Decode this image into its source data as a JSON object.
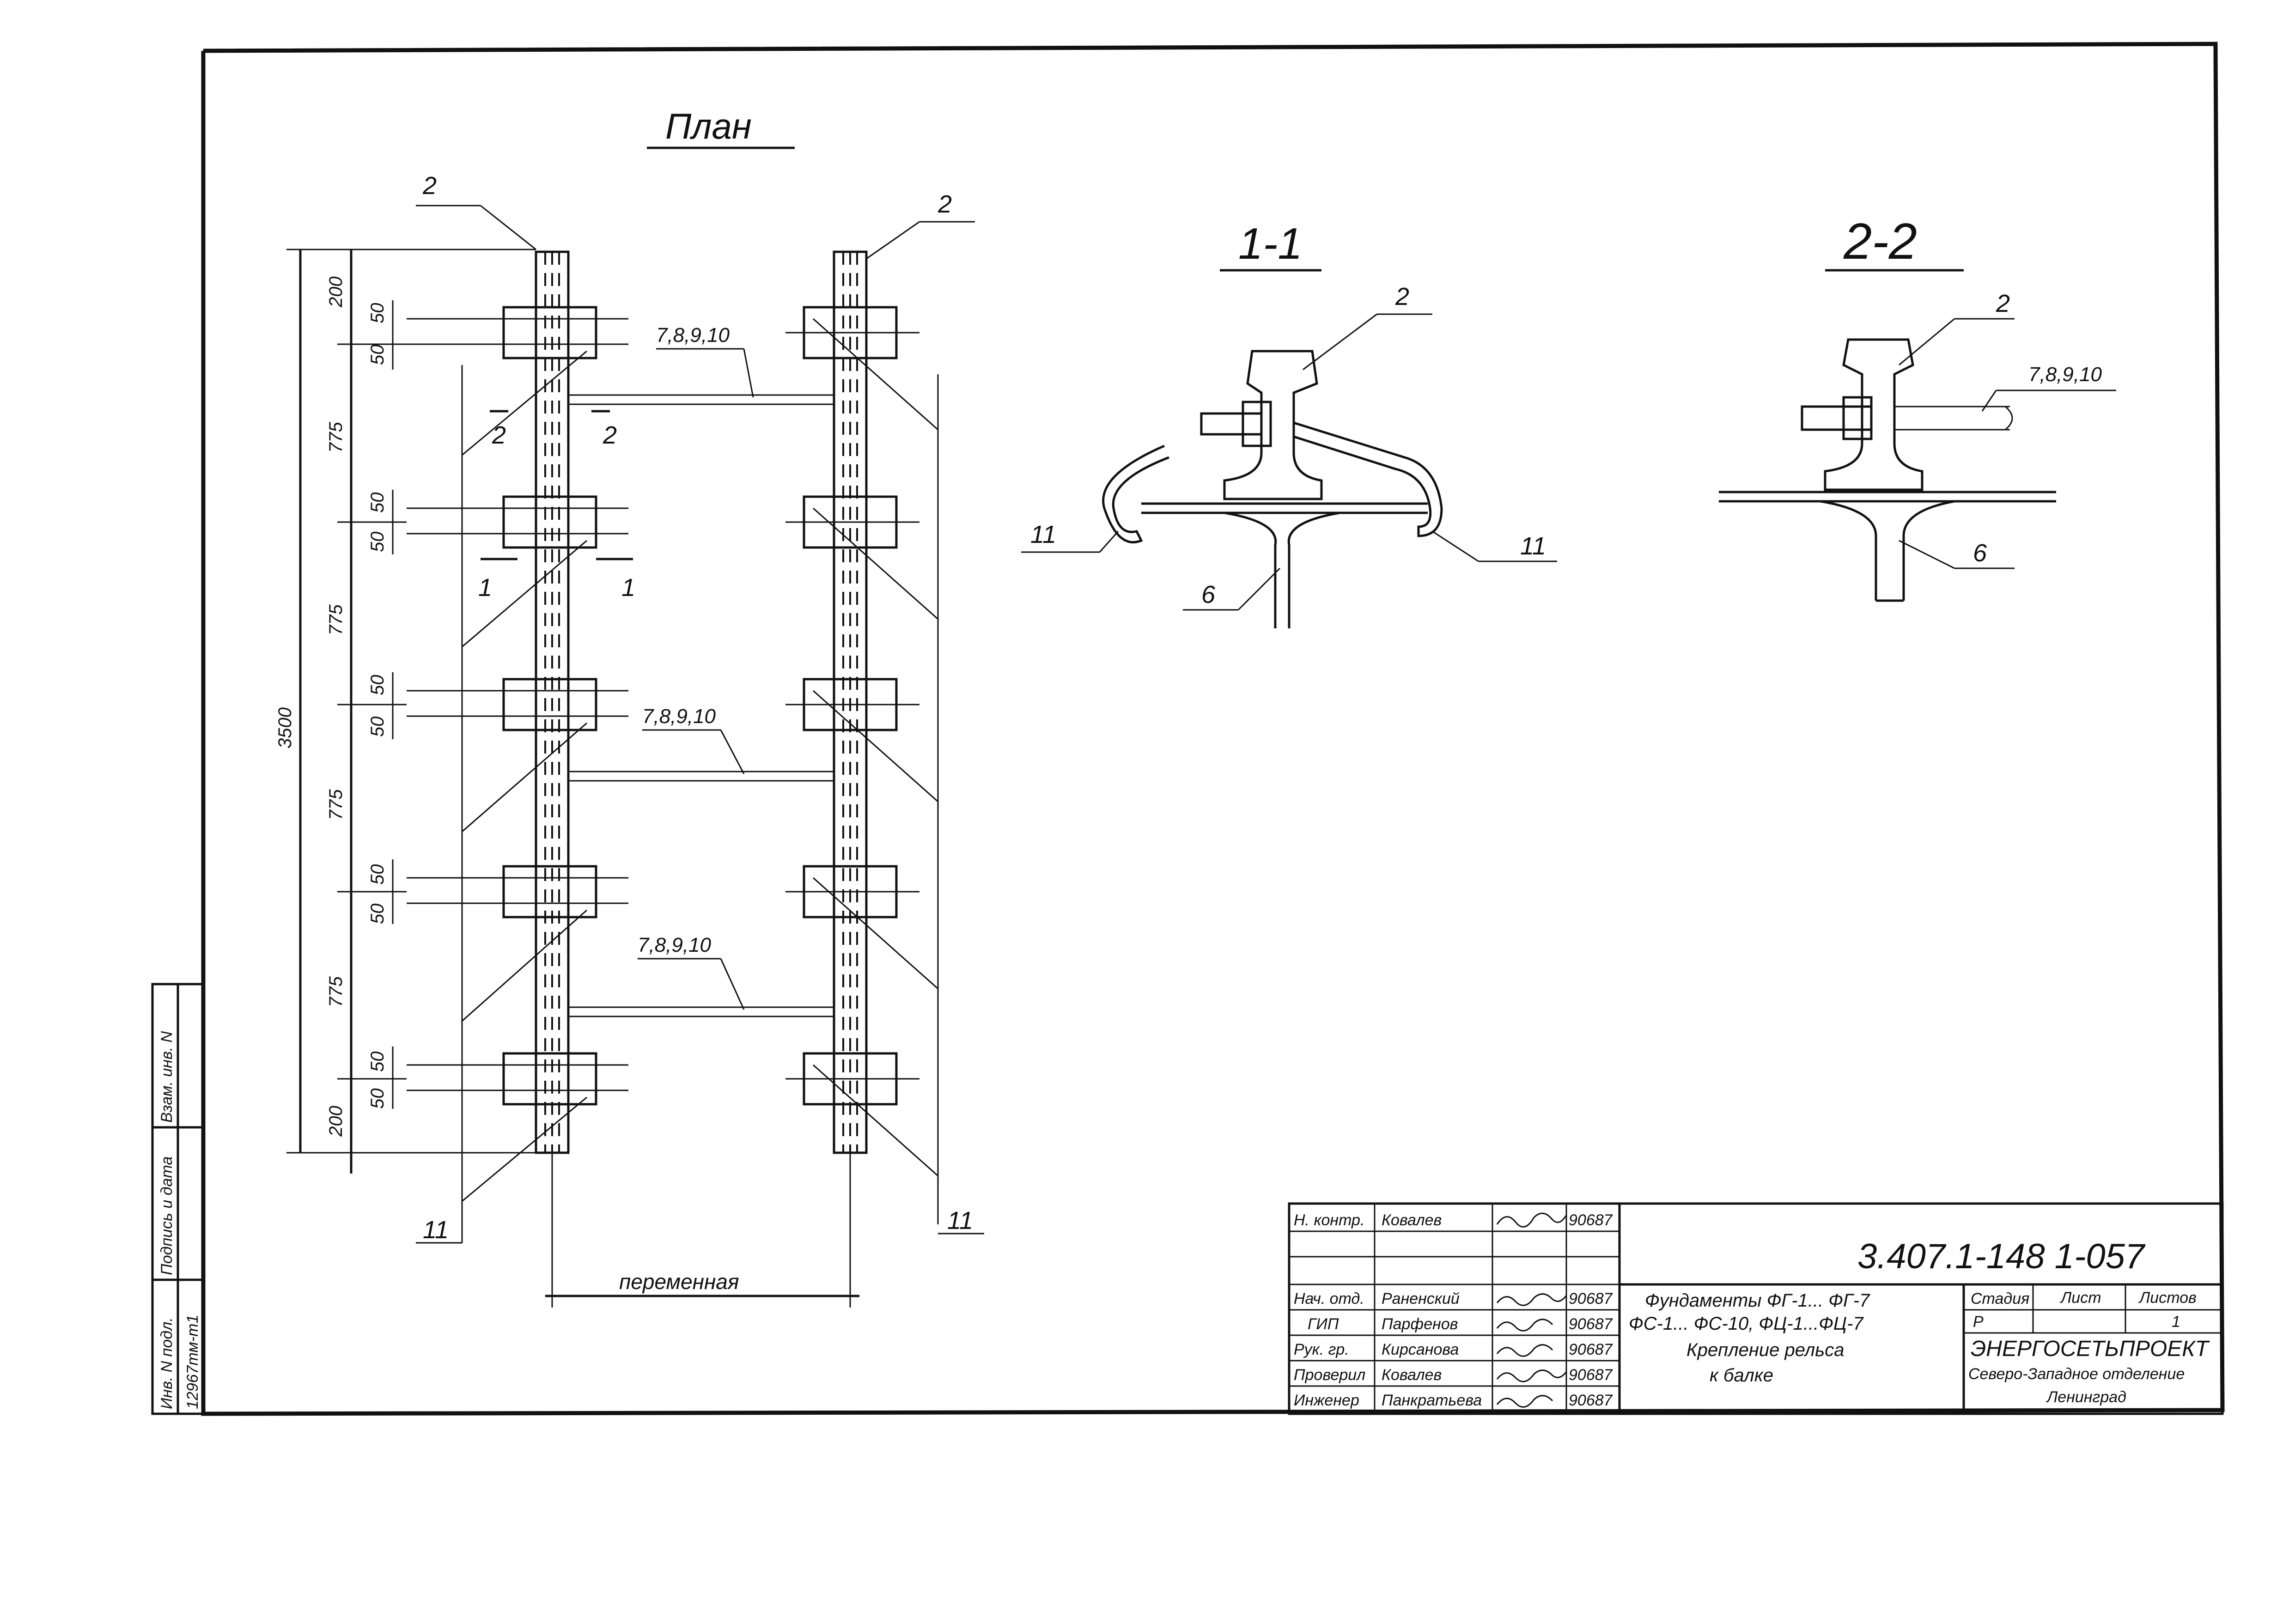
{
  "plan": {
    "title": "План",
    "dims": {
      "total": "3500",
      "end_top": "200",
      "end_bottom": "200",
      "spacing": [
        "775",
        "775",
        "775",
        "775"
      ],
      "offset": "50"
    },
    "variable_width": "переменная",
    "callouts": {
      "rail_left": "2",
      "rail_right": "2",
      "ties": [
        "7,8,9,10",
        "7,8,9,10",
        "7,8,9,10"
      ],
      "clip_left": "11",
      "clip_right": "11",
      "section_2": "2",
      "section_1": "1"
    }
  },
  "section_1": {
    "title": "1-1",
    "rail": "2",
    "clip_left": "11",
    "clip_right": "11",
    "beam": "6"
  },
  "section_2": {
    "title": "2-2",
    "rail": "2",
    "tie": "7,8,9,10",
    "beam": "6"
  },
  "title_block": {
    "code": "3.407.1-148 1-057",
    "rows": [
      {
        "role": "Н. контр.",
        "name": "Ковалев",
        "date": "90687"
      },
      {
        "role": "",
        "name": "",
        "date": ""
      },
      {
        "role": "",
        "name": "",
        "date": ""
      },
      {
        "role": "Нач. отд.",
        "name": "Раненский",
        "date": "90687"
      },
      {
        "role": "ГИП",
        "name": "Парфенов",
        "date": "90687"
      },
      {
        "role": "Рук. гр.",
        "name": "Кирсанова",
        "date": "90687"
      },
      {
        "role": "Проверил",
        "name": "Ковалев",
        "date": "90687"
      },
      {
        "role": "Инженер",
        "name": "Панкратьева",
        "date": "90687"
      }
    ],
    "description_line1": "Фундаменты ФГ-1... ФГ-7",
    "description_line2": "ФС-1... ФС-10, ФЦ-1...ФЦ-7",
    "description_line3": "Крепление рельса",
    "description_line4": "к балке",
    "stage_label": "Стадия",
    "sheet_label": "Лист",
    "sheets_label": "Листов",
    "stage": "Р",
    "sheets": "1",
    "org_name": "ЭНЕРГОСЕТЬПРОЕКТ",
    "org_branch": "Северо-Западное отделение",
    "org_city": "Ленинград"
  },
  "side_stamp": {
    "inv_label": "Инв. N подл.",
    "inv_value": "12967тм-т1",
    "sign_label": "Подпись и дата",
    "vzam_label": "Взам. инв. N"
  }
}
